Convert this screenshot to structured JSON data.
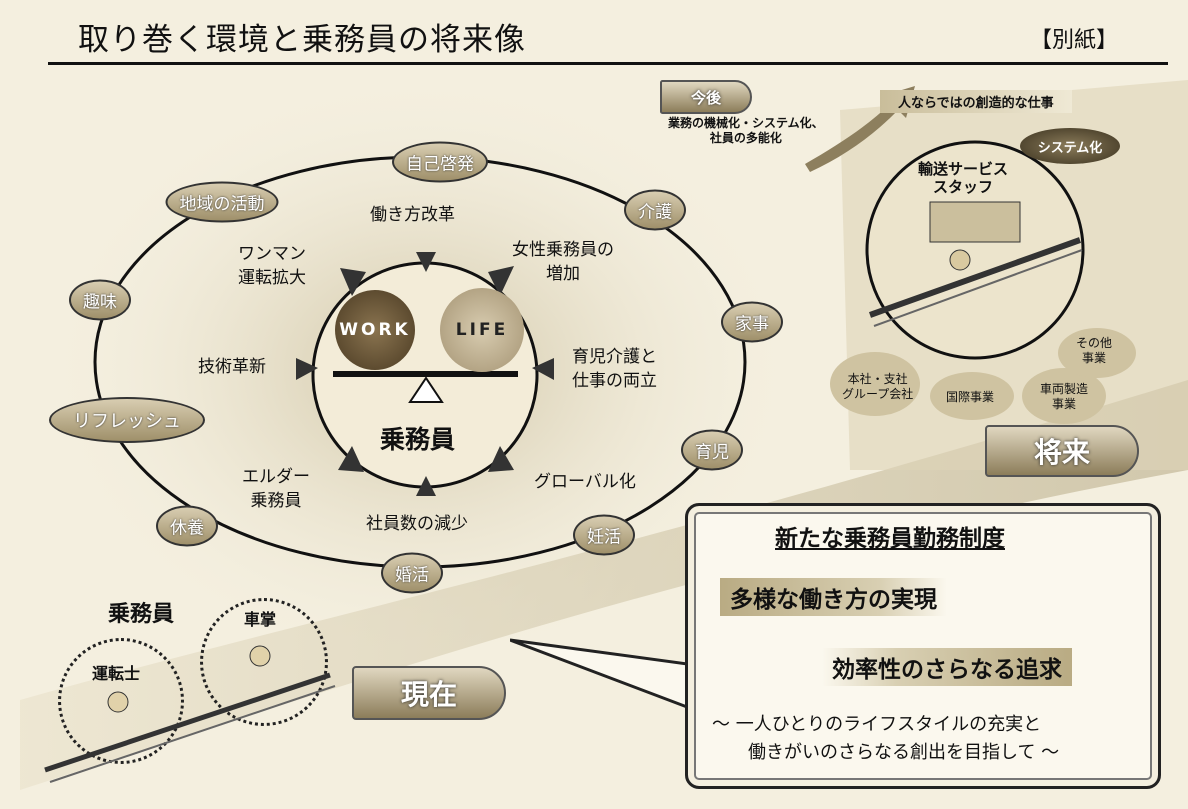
{
  "page": {
    "title": "取り巻く環境と乗務員の将来像",
    "tag": "【別紙】"
  },
  "center": {
    "work": "WORK",
    "life": "LIFE",
    "crew": "乗務員"
  },
  "life_events": [
    "自己啓発",
    "介護",
    "家事",
    "育児",
    "妊活",
    "婚活",
    "休養",
    "リフレッシュ",
    "趣味",
    "地域の活動"
  ],
  "factors": {
    "reform": "働き方改革",
    "women": "女性乗務員の\n増加",
    "care": "育児介護と\n仕事の両立",
    "global": "グローバル化",
    "decrease": "社員数の減少",
    "elder": "エルダー\n乗務員",
    "tech": "技術革新",
    "oneman": "ワンマン\n運転拡大"
  },
  "future": {
    "now_label": "今後",
    "now_desc": "業務の機械化・システム化、\n社員の多能化",
    "creative": "人ならではの創造的な仕事",
    "system": "システム化",
    "staff": "輸送サービス\nスタッフ",
    "other": "その他\n事業",
    "hq": "本社・支社\nグループ会社",
    "intl": "国際事業",
    "vehicle": "車両製造\n事業",
    "label": "将来"
  },
  "present": {
    "crew": "乗務員",
    "conductor": "車掌",
    "driver": "運転士",
    "label": "現在"
  },
  "system_box": {
    "heading": "新たな乗務員勤務制度",
    "point1": "多様な働き方の実現",
    "point2": "効率性のさらなる追求",
    "sub1": "～ 一人ひとりのライフスタイルの充実と",
    "sub2": "働きがいのさらなる創出を目指して ～"
  }
}
